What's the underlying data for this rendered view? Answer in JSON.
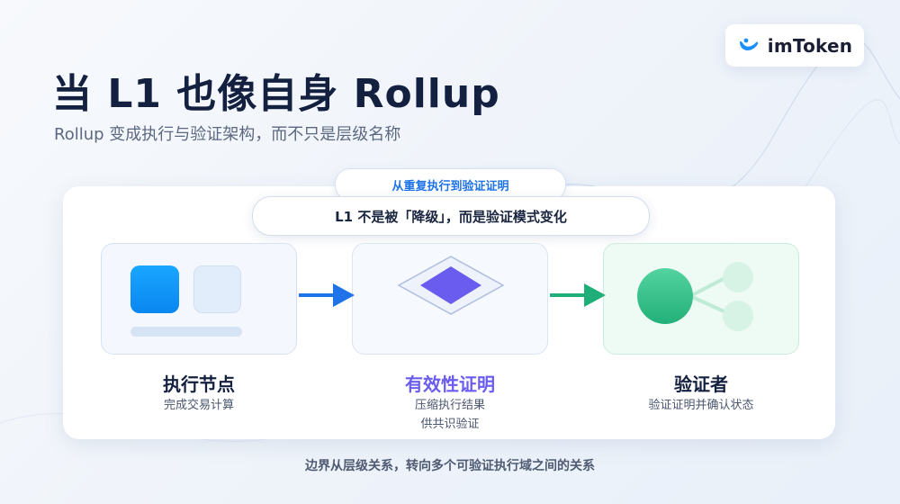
{
  "brand": {
    "name": "imToken",
    "icon": "imtoken-logo-icon"
  },
  "header": {
    "title": "当 L1 也像自身 Rollup",
    "subtitle": "Rollup 变成执行与验证架构，而不只是层级名称"
  },
  "diagram": {
    "top_pill": "从重复执行到验证证明",
    "main_pill": "L1 不是被「降级」，而是验证模式变化",
    "nodes": [
      {
        "title": "执行节点",
        "desc": [
          "完成交易计算"
        ],
        "icon": "execution-node-icon"
      },
      {
        "title": "有效性证明",
        "desc": [
          "压缩执行结果",
          "供共识验证"
        ],
        "icon": "validity-proof-icon"
      },
      {
        "title": "验证者",
        "desc": [
          "验证证明并确认状态"
        ],
        "icon": "verifier-icon"
      }
    ],
    "arrows": [
      {
        "from": "执行节点",
        "to": "有效性证明",
        "color": "#1e73e8"
      },
      {
        "from": "有效性证明",
        "to": "验证者",
        "color": "#1fae7a"
      }
    ]
  },
  "footer": {
    "note": "边界从层级关系，转向多个可验证执行域之间的关系"
  },
  "colors": {
    "accent_blue": "#1e73e8",
    "accent_purple": "#6b5cf0",
    "accent_green": "#1fae7a",
    "title_dark": "#13203f"
  }
}
